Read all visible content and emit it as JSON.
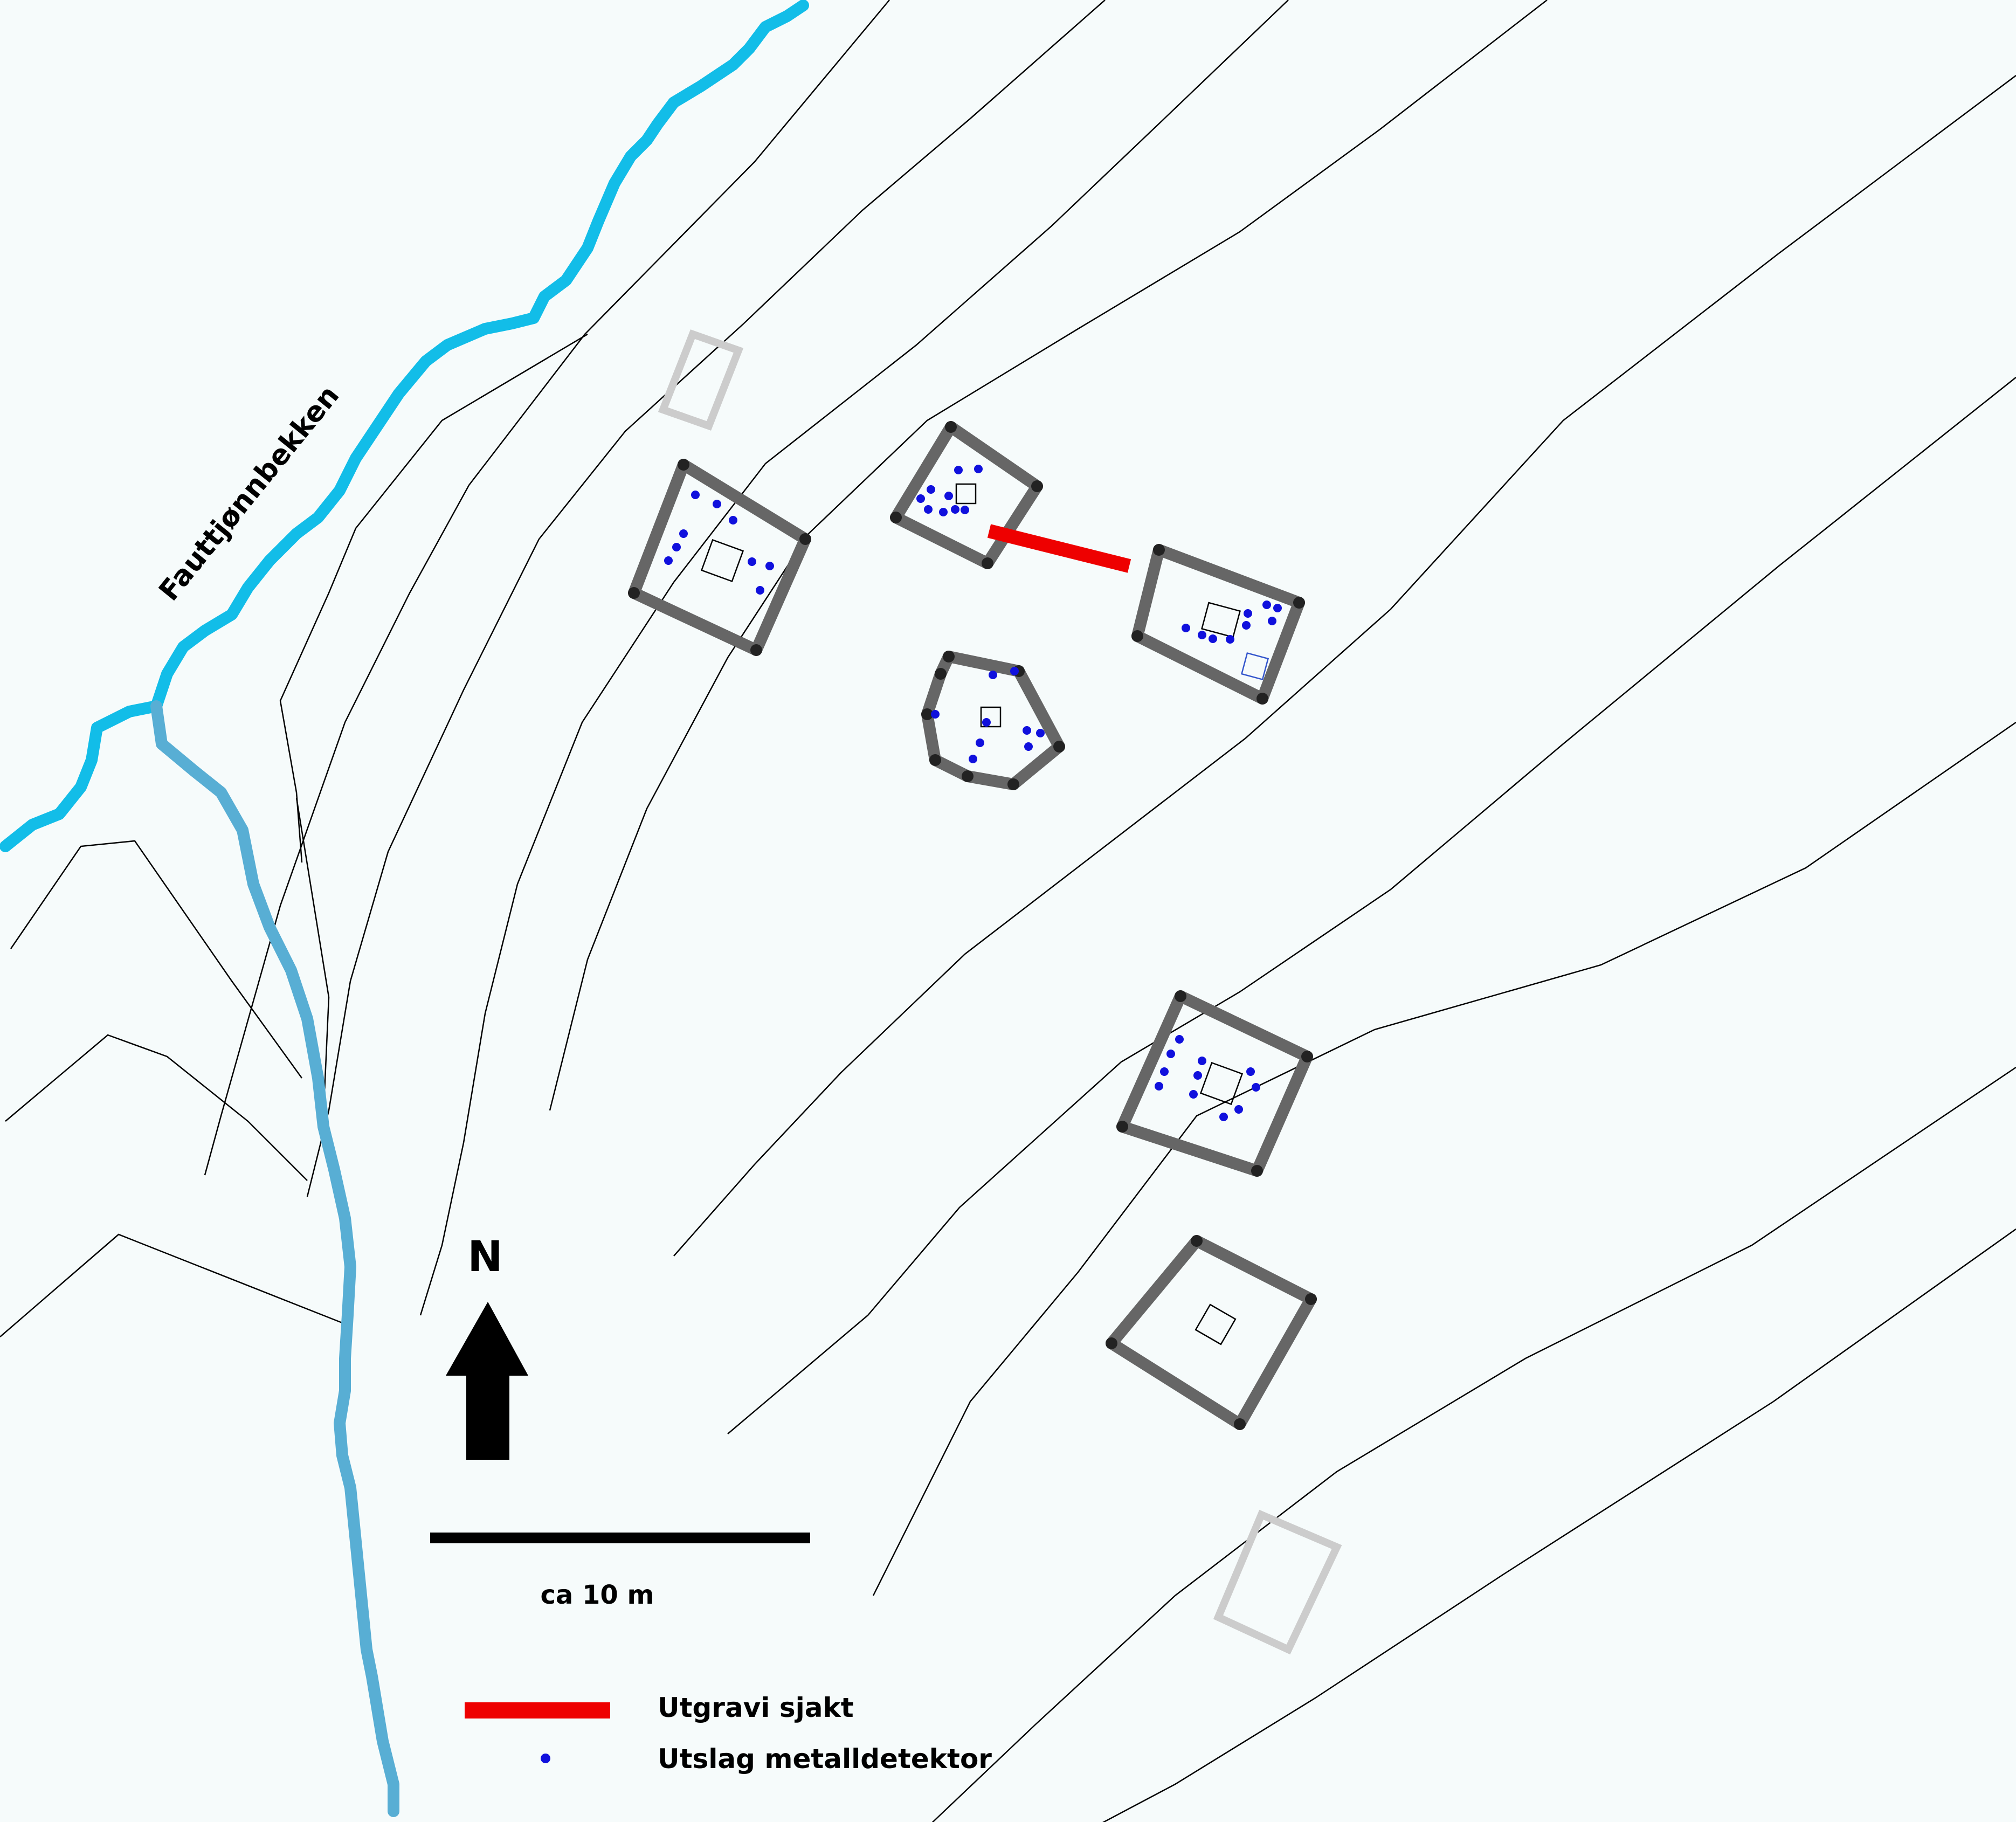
{
  "map": {
    "stream_label": "Fauttjønnbekken",
    "north_label": "N",
    "scale_label": "ca 10 m",
    "legend": [
      {
        "label": "Utgravi sjakt",
        "symbol": "red-line"
      },
      {
        "label": "Utslag metalldetektor",
        "symbol": "blue-dot"
      }
    ],
    "colors": {
      "stream_upper": "#12bde8",
      "stream_lower": "#58aed4",
      "wall": "#666666",
      "excavation": "#ee0000",
      "detector_hit": "#1010dd",
      "faint_structure": "#cccccc",
      "contour": "#000000",
      "background": "#f6fbfb"
    }
  }
}
